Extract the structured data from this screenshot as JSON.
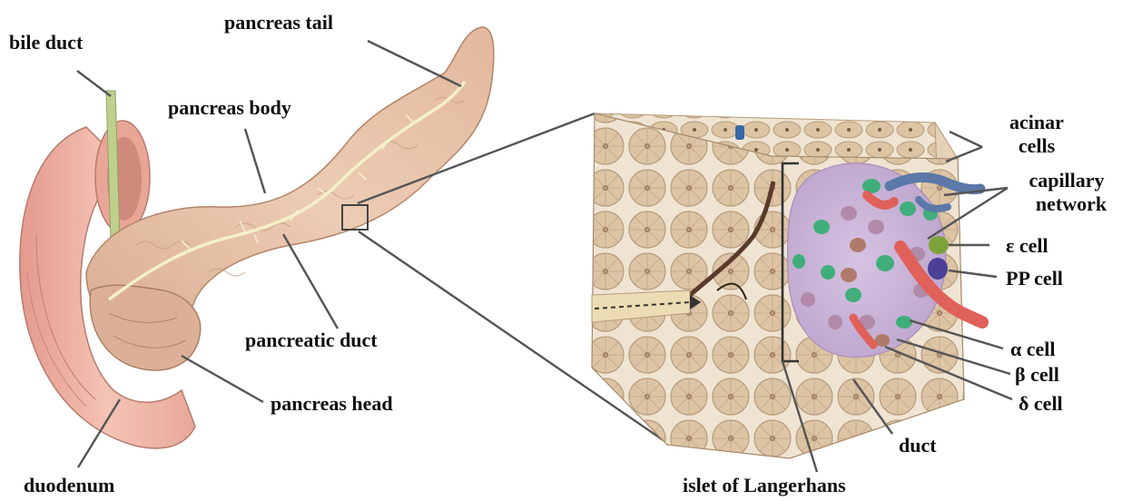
{
  "labels": {
    "bile_duct": "bile duct",
    "pancreas_tail": "pancreas tail",
    "pancreas_body": "pancreas body",
    "pancreatic_duct": "pancreatic duct",
    "pancreas_head": "pancreas head",
    "duodenum": "duodenum",
    "acinar_cells_line1": "acinar",
    "acinar_cells_line2": "cells",
    "capillary_line1": "capillary",
    "capillary_line2": "network",
    "epsilon_cell": "ε cell",
    "pp_cell": "PP cell",
    "alpha_cell": "α cell",
    "beta_cell": "β cell",
    "delta_cell": "δ cell",
    "duct": "duct",
    "islet": "islet of Langerhans"
  },
  "colors": {
    "pancreas_tissue": "#e5c3a8",
    "pancreas_shadow": "#c99a7e",
    "duodenum": "#f0b8a8",
    "duodenum_inner": "#d9948a",
    "bile_duct": "#b9cc8a",
    "acinar_tissue": "#e8d8c0",
    "acinar_cell": "#d8bf9e",
    "islet": "#c9b3d6",
    "alpha_cell": "#3fae7a",
    "beta_cell": "#b08aa8",
    "delta_cell": "#b07a6a",
    "epsilon_cell": "#7da23a",
    "pp_cell": "#4b3f96",
    "capillary_red": "#e0605a",
    "capillary_blue": "#5b78a8",
    "leader_lines": "#555555"
  }
}
